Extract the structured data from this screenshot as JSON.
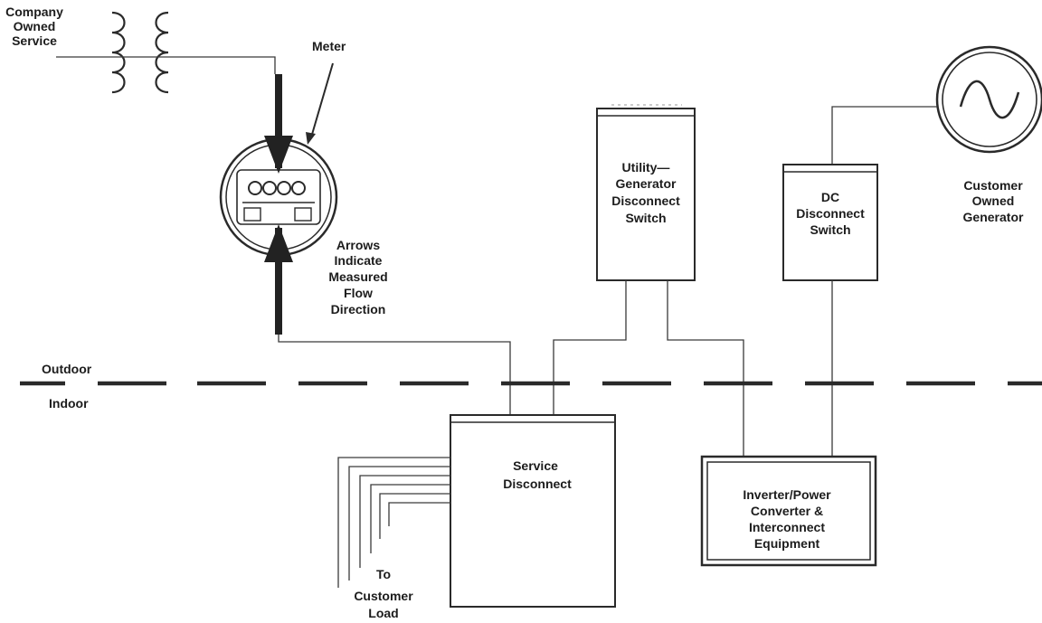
{
  "labels": {
    "company_service": [
      "Company",
      "Owned",
      "Service"
    ],
    "meter": "Meter",
    "arrows_note": [
      "Arrows",
      "Indicate",
      "Measured",
      "Flow",
      "Direction"
    ],
    "outdoor": "Outdoor",
    "indoor": "Indoor",
    "utility_switch": [
      "Utility—",
      "Generator",
      "Disconnect",
      "Switch"
    ],
    "dc_switch": [
      "DC",
      "Disconnect",
      "Switch"
    ],
    "customer_generator": [
      "Customer",
      "Owned",
      "Generator"
    ],
    "service_disconnect": [
      "Service",
      "Disconnect"
    ],
    "inverter": [
      "Inverter/Power",
      "Converter &",
      "Interconnect",
      "Equipment"
    ],
    "customer_load": [
      "To",
      "Customer",
      "Load"
    ]
  }
}
